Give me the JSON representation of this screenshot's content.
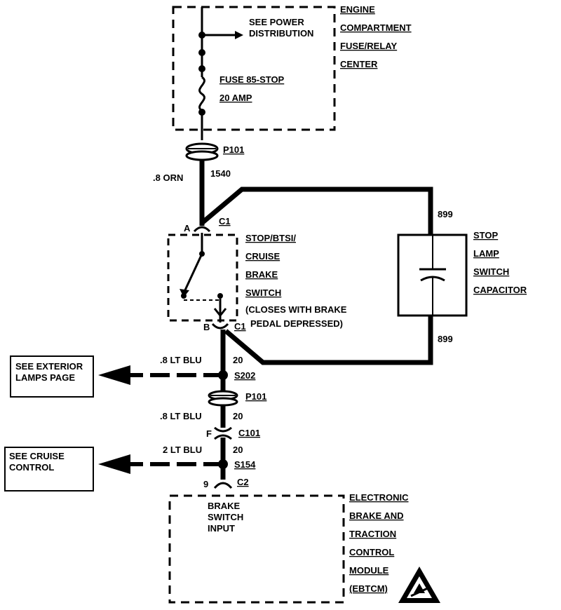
{
  "engine_center": {
    "title_lines": [
      "ENGINE",
      "COMPARTMENT",
      "FUSE/RELAY",
      "CENTER"
    ],
    "power_dist_lines": [
      "SEE POWER",
      "DISTRIBUTION"
    ],
    "fuse_lines": [
      "FUSE 85-STOP",
      "20 AMP"
    ]
  },
  "connectors": {
    "p101_top": "P101",
    "p101_mid": "P101",
    "c1_top": "C1",
    "c1_bottom": "C1",
    "c101": "C101",
    "c2": "C2",
    "s202": "S202",
    "s154": "S154"
  },
  "pins": {
    "a": "A",
    "b": "B",
    "f": "F",
    "nine": "9"
  },
  "wires": {
    "orn_gauge": ".8 ORN",
    "orn_circuit": "1540",
    "cap_circuit_top": "899",
    "cap_circuit_bottom": "899",
    "ltblu_1_gauge": ".8 LT BLU",
    "ltblu_1_circuit": "20",
    "ltblu_2_gauge": ".8 LT BLU",
    "ltblu_2_circuit": "20",
    "ltblu_3_gauge": "2 LT BLU",
    "ltblu_3_circuit": "20"
  },
  "brake_switch": {
    "title_lines": [
      "STOP/BTSI/",
      "CRUISE",
      "BRAKE",
      "SWITCH"
    ],
    "note_lines": [
      "(CLOSES WITH BRAKE",
      "PEDAL DEPRESSED)"
    ]
  },
  "capacitor": {
    "title_lines": [
      "STOP",
      "LAMP",
      "SWITCH",
      "CAPACITOR"
    ]
  },
  "references": {
    "exterior_lines": [
      "SEE EXTERIOR",
      "LAMPS PAGE"
    ],
    "cruise_lines": [
      "SEE CRUISE",
      "CONTROL"
    ]
  },
  "module": {
    "input_lines": [
      "BRAKE",
      "SWITCH",
      "INPUT"
    ],
    "title_lines": [
      "ELECTRONIC",
      "BRAKE AND",
      "TRACTION",
      "CONTROL",
      "MODULE",
      "(EBTCM)"
    ]
  },
  "icons": {
    "esd": "esd-warning-icon"
  }
}
